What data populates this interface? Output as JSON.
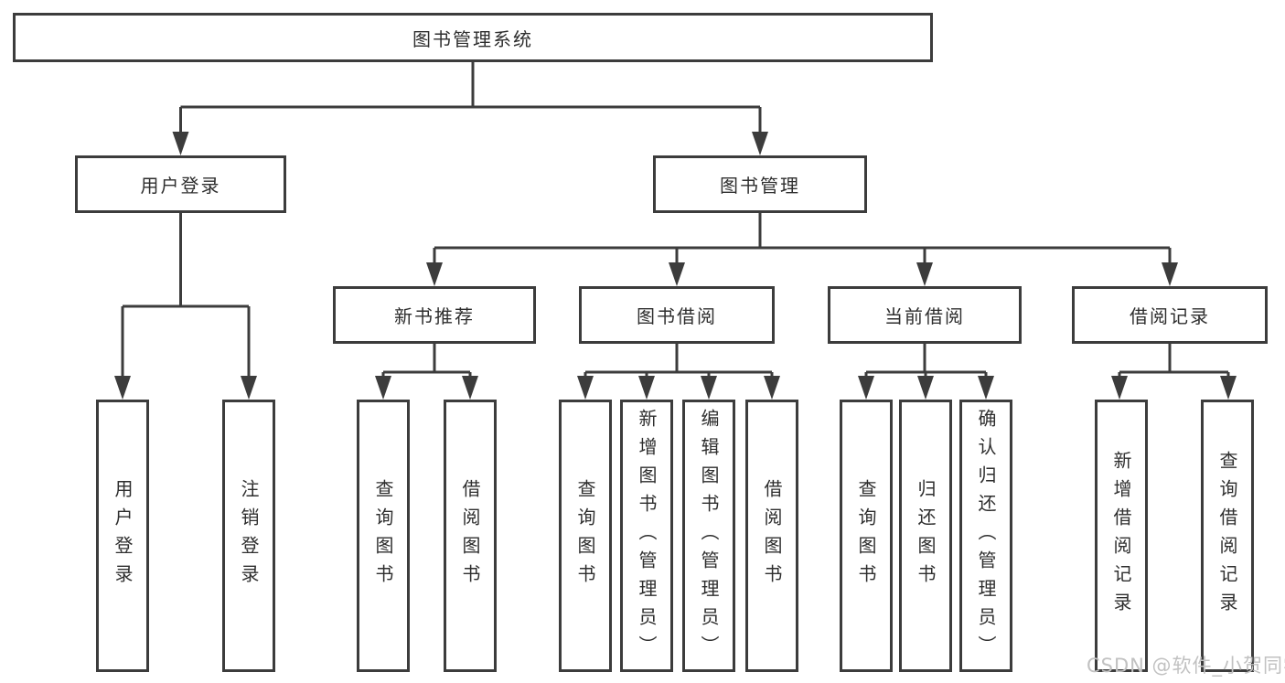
{
  "tree": {
    "root": {
      "label": "图书管理系统"
    },
    "branches": [
      {
        "label": "用户登录",
        "children": [
          {
            "label": "用户登录"
          },
          {
            "label": "注销登录"
          }
        ]
      },
      {
        "label": "图书管理",
        "children": [
          {
            "label": "新书推荐",
            "children": [
              {
                "label": "查询图书"
              },
              {
                "label": "借阅图书"
              }
            ]
          },
          {
            "label": "图书借阅",
            "children": [
              {
                "label": "查询图书"
              },
              {
                "label": "新增图书（管理员）"
              },
              {
                "label": "编辑图书（管理员）"
              },
              {
                "label": "借阅图书"
              }
            ]
          },
          {
            "label": "当前借阅",
            "children": [
              {
                "label": "查询图书"
              },
              {
                "label": "归还图书"
              },
              {
                "label": "确认归还（管理员）"
              }
            ]
          },
          {
            "label": "借阅记录",
            "children": [
              {
                "label": "新增借阅记录"
              },
              {
                "label": "查询借阅记录"
              }
            ]
          }
        ]
      }
    ],
    "watermark": {
      "text": "CSDN @软件_小贺同学"
    },
    "colors": {
      "line": "#3c3c3c",
      "text": "#2e2e2e",
      "background": "#ffffff",
      "watermark": "#c1c1c1"
    }
  }
}
